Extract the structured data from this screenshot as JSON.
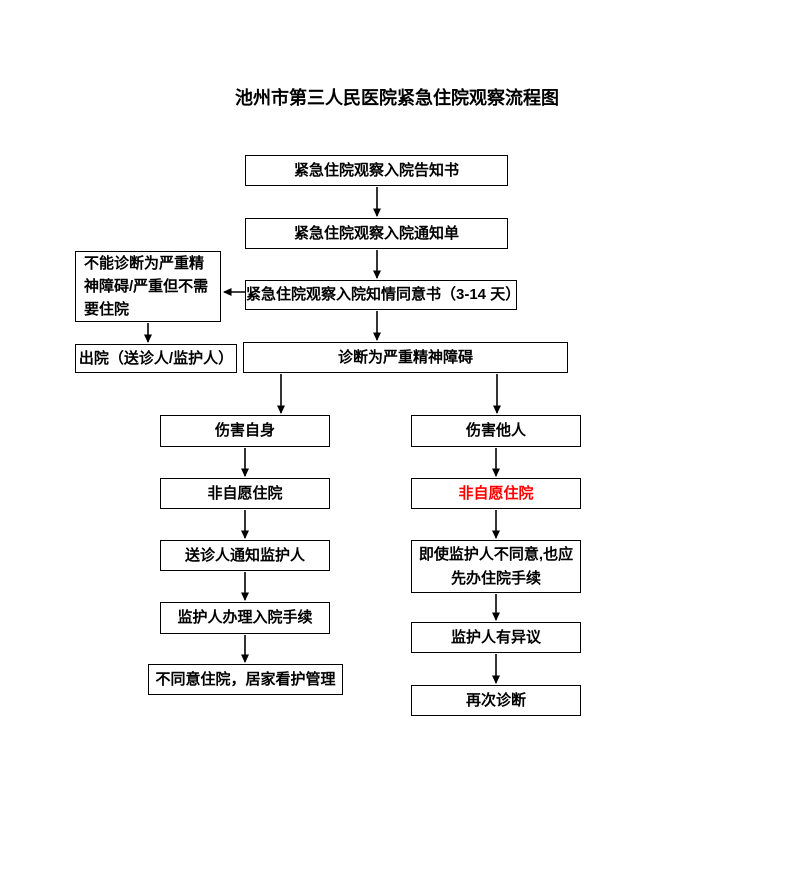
{
  "title": "池州市第三人民医院紧急住院观察流程图",
  "colors": {
    "line": "#000000",
    "highlight_red": "#FF0000",
    "background": "#FFFFFF"
  },
  "nodes": {
    "notice": "紧急住院观察入院告知书",
    "admission_slip": "紧急住院观察入院通知单",
    "consent": "紧急住院观察入院知情同意书（3-14 天）",
    "not_severe": "不能诊断为严重精\n神障碍/严重但不需\n要住院",
    "discharge": "出院（送诊人/监护人）",
    "diagnosed_severe": "诊断为严重精神障碍",
    "harm_self": "伤害自身",
    "involuntary_left": "非自愿住院",
    "notify_guardian": "送诊人通知监护人",
    "guardian_admission": "监护人办理入院手续",
    "home_care": "不同意住院，居家看护管理",
    "harm_others": "伤害他人",
    "involuntary_right": "非自愿住院",
    "admit_first": "即使监护人不同意,也应\n先办住院手续",
    "guardian_objection": "监护人有异议",
    "rediagnosis": "再次诊断"
  }
}
